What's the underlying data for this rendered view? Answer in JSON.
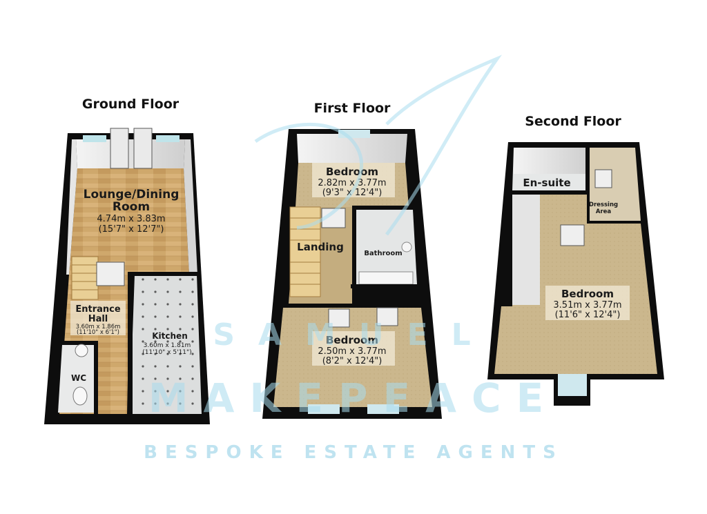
{
  "floors": {
    "ground": {
      "title": "Ground Floor",
      "rooms": {
        "lounge": {
          "name_line1": "Lounge/Dining",
          "name_line2": "Room",
          "metric": "4.74m x 3.83m",
          "imperial": "(15'7\" x 12'7\")"
        },
        "hall": {
          "name_line1": "Entrance",
          "name_line2": "Hall",
          "metric": "3.60m x 1.86m",
          "imperial": "(11'10\" x 6'1\")"
        },
        "kitchen": {
          "name": "Kitchen",
          "metric": "3.60m x 1.81m",
          "imperial": "(11'10\" x 5'11\")"
        },
        "wc": {
          "name": "WC"
        }
      }
    },
    "first": {
      "title": "First Floor",
      "rooms": {
        "bedroom_rear": {
          "name": "Bedroom",
          "metric": "2.82m x 3.77m",
          "imperial": "(9'3\" x 12'4\")"
        },
        "landing": {
          "name": "Landing"
        },
        "bathroom": {
          "name": "Bathroom"
        },
        "bedroom_front": {
          "name": "Bedroom",
          "metric": "2.50m x 3.77m",
          "imperial": "(8'2\" x 12'4\")"
        }
      }
    },
    "second": {
      "title": "Second Floor",
      "rooms": {
        "ensuite": {
          "name": "En-suite"
        },
        "dressing": {
          "name_line1": "Dressing",
          "name_line2": "Area"
        },
        "bedroom": {
          "name": "Bedroom",
          "metric": "3.51m x 3.77m",
          "imperial": "(11'6\" x 12'4\")"
        }
      }
    }
  },
  "watermark": {
    "line1": "SAMUEL",
    "line2": "MAKEPEACE",
    "tagline": "BESPOKE ESTATE AGENTS",
    "color": "#8fd0e8"
  },
  "colors": {
    "wall": "#0d0d0d",
    "wood_floor": "#c9a46a",
    "carpet": "#c8b48a",
    "tile": "#d9dbdb",
    "label_bg": "#f2ead7"
  }
}
